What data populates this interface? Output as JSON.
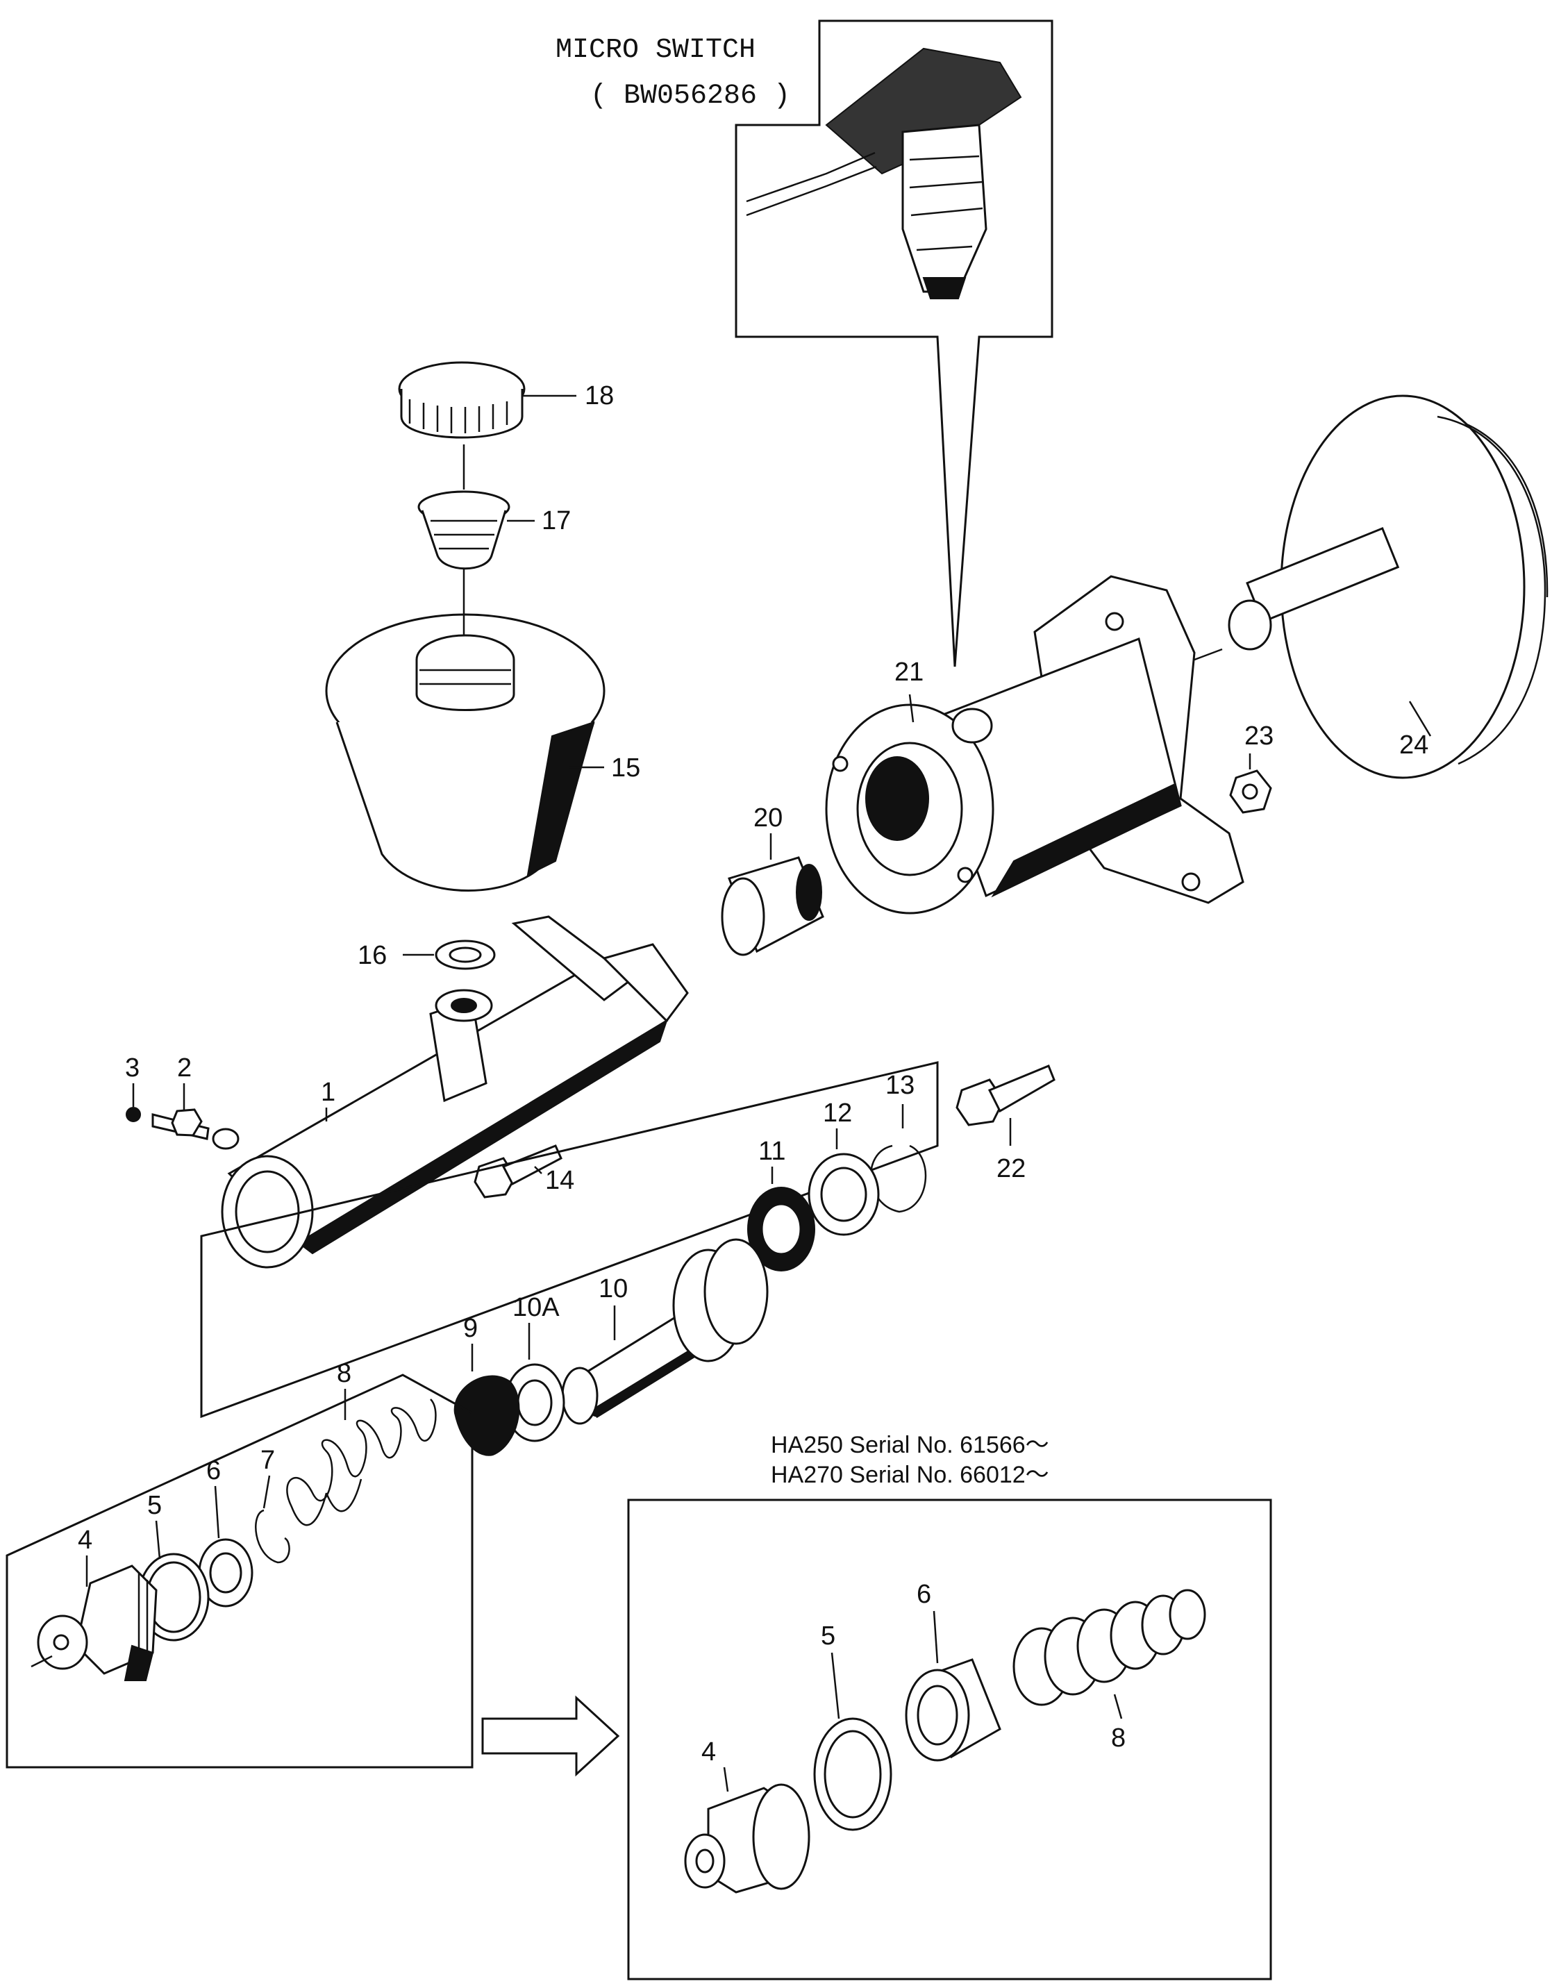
{
  "callout": {
    "title": "MICRO SWITCH",
    "part_no": "( BW056286 )"
  },
  "inset": {
    "serial_line_1": "HA250 Serial No. 61566～",
    "serial_line_2": "HA270 Serial No. 66012～"
  },
  "labels": {
    "p1": "1",
    "p2": "2",
    "p3": "3",
    "p4": "4",
    "p5": "5",
    "p6": "6",
    "p7": "7",
    "p8": "8",
    "p9": "9",
    "p10": "10",
    "p10a": "10A",
    "p11": "11",
    "p12": "12",
    "p13": "13",
    "p14": "14",
    "p15": "15",
    "p16": "16",
    "p17": "17",
    "p18": "18",
    "p20": "20",
    "p21": "21",
    "p22": "22",
    "p23": "23",
    "p24": "24",
    "i4": "4",
    "i5": "5",
    "i6": "6",
    "i8": "8"
  }
}
